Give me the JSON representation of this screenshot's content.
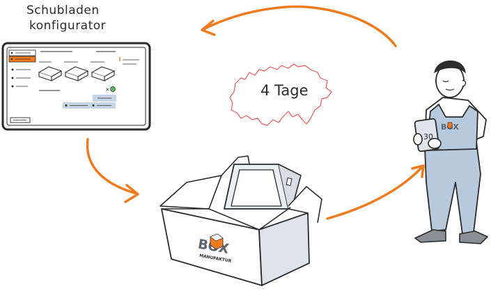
{
  "title": {
    "line1": "Schubladen",
    "line2": "konfigurator"
  },
  "delivery": {
    "label": "4 Tage"
  },
  "box": {
    "brand_top": "BOX",
    "brand_bottom": "MANUFAKTUR"
  },
  "worker": {
    "tablet_text": "30",
    "overall_logo": "BOX"
  },
  "colors": {
    "accent": "#f07a1e",
    "map_outline": "#e85a5a",
    "ink": "#2a2a2a",
    "overall": "#b7c9dc",
    "ui_highlight": "#c6d6e6"
  }
}
